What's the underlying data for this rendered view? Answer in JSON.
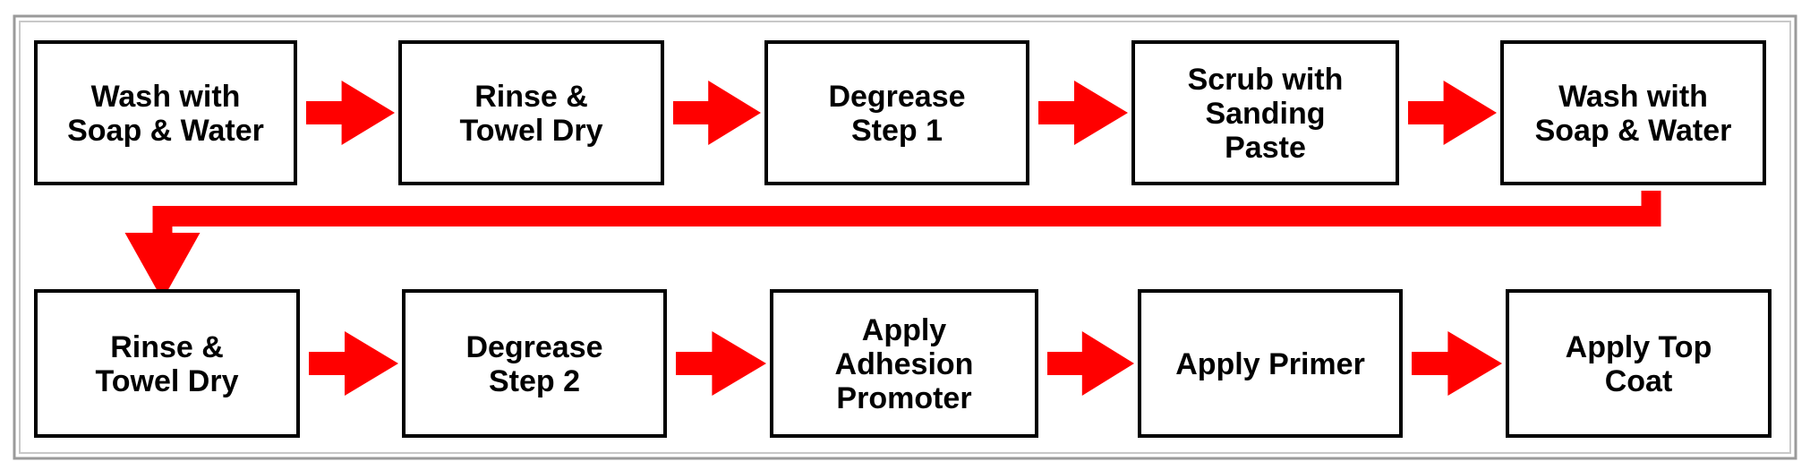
{
  "colors": {
    "arrow": "#ff0000",
    "box_border": "#000000",
    "box_fill": "#ffffff",
    "frame": "#9a9a9a"
  },
  "rows": [
    {
      "steps": [
        {
          "lines": [
            "Wash with",
            "Soap & Water"
          ]
        },
        {
          "lines": [
            "Rinse &",
            "Towel Dry"
          ]
        },
        {
          "lines": [
            "Degrease",
            "Step 1"
          ]
        },
        {
          "lines": [
            "Scrub with",
            "Sanding",
            "Paste"
          ]
        },
        {
          "lines": [
            "Wash with",
            "Soap & Water"
          ]
        }
      ]
    },
    {
      "steps": [
        {
          "lines": [
            "Rinse &",
            "Towel Dry"
          ]
        },
        {
          "lines": [
            "Degrease",
            "Step 2"
          ]
        },
        {
          "lines": [
            "Apply",
            "Adhesion",
            "Promoter"
          ]
        },
        {
          "lines": [
            "Apply Primer"
          ]
        },
        {
          "lines": [
            "Apply Top",
            "Coat"
          ]
        }
      ]
    }
  ]
}
